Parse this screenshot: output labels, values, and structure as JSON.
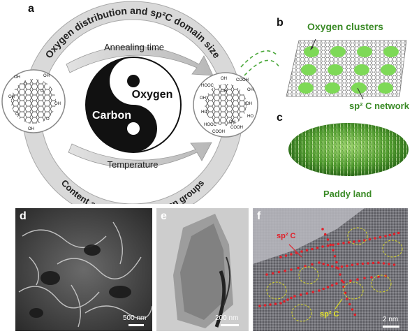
{
  "panel_letters": {
    "a": "a",
    "b": "b",
    "c": "c",
    "d": "d",
    "e": "e",
    "f": "f"
  },
  "panel_a": {
    "outer_ring_top": "Oxygen distribution and sp²C domain size",
    "outer_ring_bottom": "Content and variety of oxygen groups",
    "arrow_top": "Annealing time",
    "arrow_bottom": "Temperature",
    "yin_yang_carbon": "Carbon",
    "yin_yang_oxygen": "Oxygen",
    "left_structure_labels": [
      "OH",
      "OH",
      "OH",
      "OH",
      "OH",
      "O",
      "O",
      "O",
      "O"
    ],
    "right_structure_labels": [
      "HOOC",
      "COOH",
      "OH",
      "OH",
      "OH",
      "OH",
      "HO",
      "HO",
      "HOOC",
      "COOH",
      "COOH",
      "OH",
      "OH"
    ]
  },
  "panel_b": {
    "oxygen_clusters": "Oxygen clusters",
    "sp2_network": "sp² C network",
    "cluster_count": 12,
    "cluster_color": "#7ed957"
  },
  "panel_c": {
    "caption": "Paddy land"
  },
  "panel_d": {
    "scale": "500 nm"
  },
  "panel_e": {
    "scale": "200 nm"
  },
  "panel_f": {
    "sp2_label_top": "sp² C",
    "sp2_label_bottom": "sp² C",
    "scale": "2 nm"
  },
  "colors": {
    "ring": "#d8d8d8",
    "arrow": "#bfbfbf",
    "green_text": "#3a8a26",
    "red_dots": "#e0202a",
    "yellow_circles": "#d9d924"
  }
}
